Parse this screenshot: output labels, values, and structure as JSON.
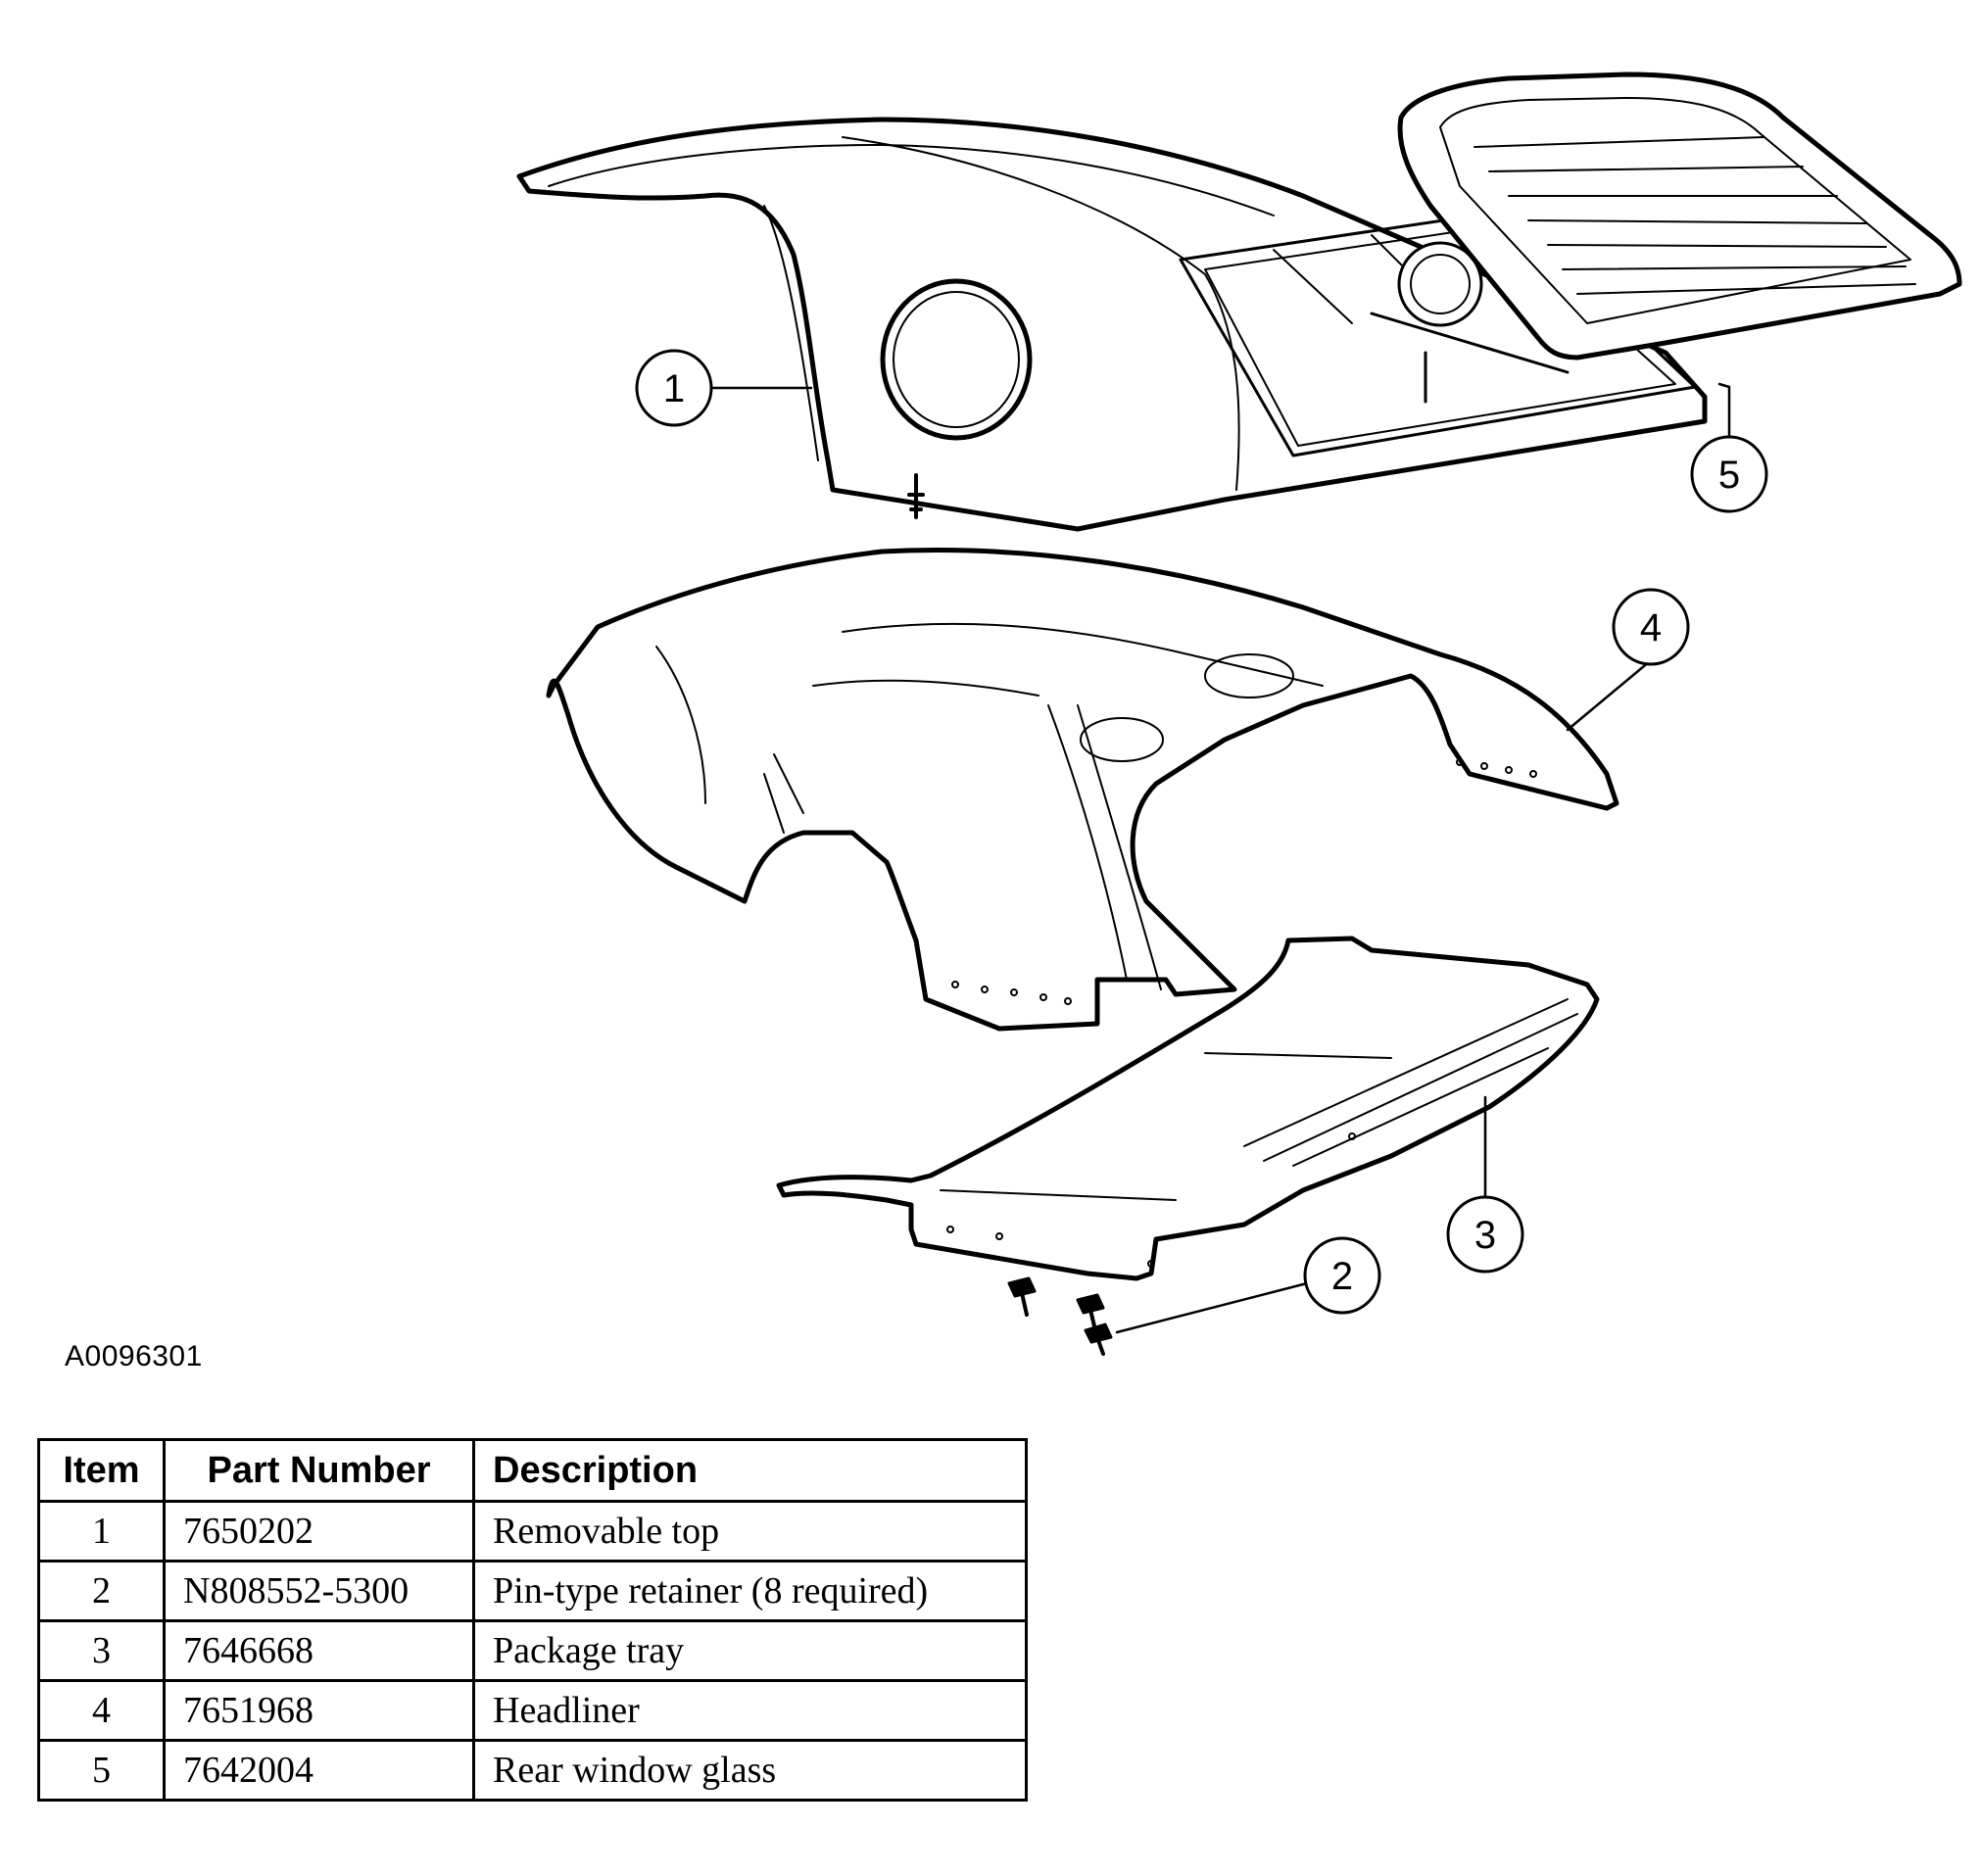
{
  "figure_id": "A0096301",
  "callouts": [
    "1",
    "2",
    "3",
    "4",
    "5"
  ],
  "table": {
    "headers": [
      "Item",
      "Part Number",
      "Description"
    ],
    "rows": [
      {
        "item": "1",
        "part_number": "7650202",
        "description": "Removable top"
      },
      {
        "item": "2",
        "part_number": "N808552-5300",
        "description": "Pin-type retainer (8 required)"
      },
      {
        "item": "3",
        "part_number": "7646668",
        "description": "Package tray"
      },
      {
        "item": "4",
        "part_number": "7651968",
        "description": "Headliner"
      },
      {
        "item": "5",
        "part_number": "7642004",
        "description": "Rear window glass"
      }
    ]
  }
}
